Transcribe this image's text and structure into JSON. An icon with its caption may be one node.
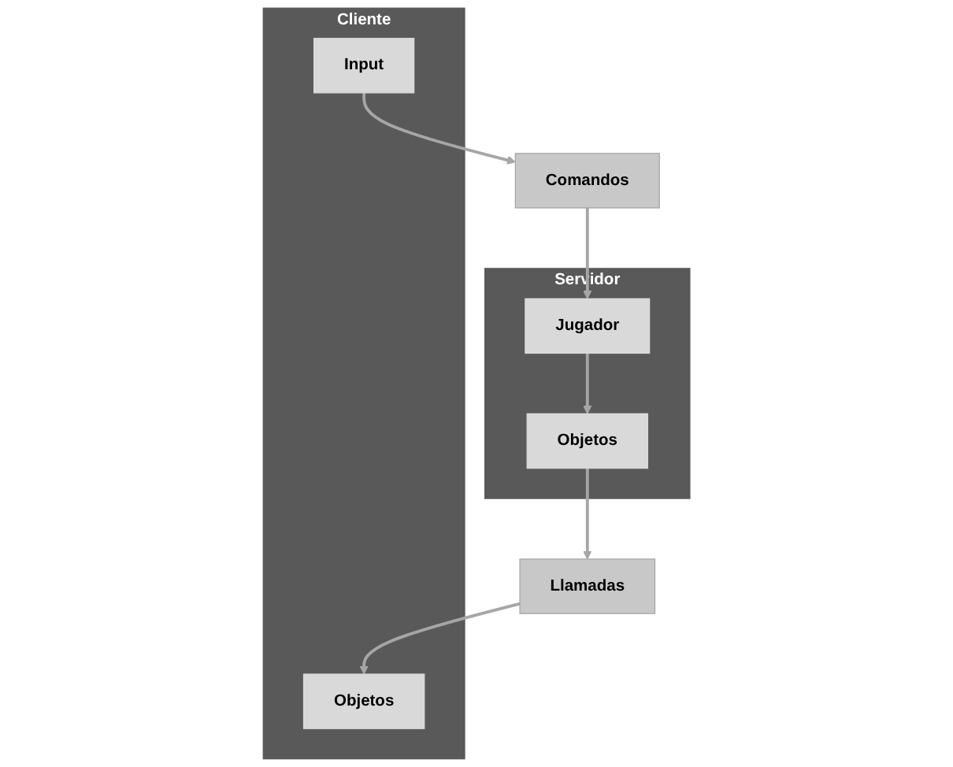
{
  "diagram": {
    "nodes": [
      {
        "text": [
          "Servidor"
        ]
      },
      {
        "text": [
          "Objetos"
        ],
        "in": 0
      },
      {
        "text": [
          "Jugador"
        ],
        "in": 0
      },
      {
        "text": [
          "Llamadas"
        ]
      },
      {
        "text": [
          "Comandos"
        ]
      },
      {
        "text": [
          "Cliente"
        ]
      },
      {
        "text": [
          "Objetos"
        ],
        "in": 5
      },
      {
        "text": [
          "Input"
        ],
        "in": 5
      }
    ],
    "edges": [
      {
        "from": 2,
        "to": 1,
        "arrow": "to"
      },
      {
        "from": 1,
        "to": 3,
        "arrow": "to"
      },
      {
        "from": 3,
        "to": 6,
        "arrow": "to"
      },
      {
        "from": 7,
        "to": 4,
        "arrow": "to"
      },
      {
        "from": 4,
        "to": 2,
        "arrow": "to"
      }
    ]
  }
}
